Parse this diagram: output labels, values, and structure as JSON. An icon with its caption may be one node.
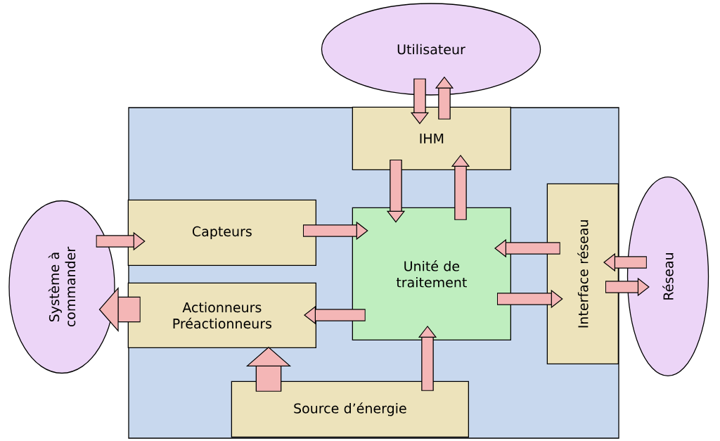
{
  "diagram": {
    "nodes": [
      {
        "text": [
          "Utilisateur"
        ]
      },
      {
        "text": [],
        "shape": "box"
      },
      {
        "text": [
          "IHM"
        ],
        "in": 1
      },
      {
        "text": [
          "Capteurs"
        ],
        "in": 1
      },
      {
        "text": [
          "Unité de traitement"
        ],
        "in": 1
      },
      {
        "text": [
          "Interface réseau"
        ],
        "in": 1
      },
      {
        "text": [
          "Actionneurs Préactionneurs"
        ],
        "in": 1
      },
      {
        "text": [
          "Source d’énergie"
        ],
        "in": 1
      },
      {
        "text": [
          "Système à commander"
        ]
      },
      {
        "text": [
          "Réseau"
        ]
      }
    ],
    "edges": [
      {
        "from": 0,
        "to": 2,
        "arrow": "to"
      },
      {
        "from": 2,
        "to": 0,
        "arrow": "to"
      },
      {
        "from": 2,
        "to": 4,
        "arrow": "to"
      },
      {
        "from": 4,
        "to": 2,
        "arrow": "to"
      },
      {
        "from": 8,
        "to": 3,
        "arrow": "to"
      },
      {
        "from": 3,
        "to": 4,
        "arrow": "to"
      },
      {
        "from": 5,
        "to": 4,
        "arrow": "to"
      },
      {
        "from": 4,
        "to": 5,
        "arrow": "to"
      },
      {
        "from": 9,
        "to": 5,
        "arrow": "to"
      },
      {
        "from": 5,
        "to": 9,
        "arrow": "to"
      },
      {
        "from": 4,
        "to": 6,
        "arrow": "to"
      },
      {
        "from": 6,
        "to": 8,
        "arrow": "to",
        "style": "thick"
      },
      {
        "from": 7,
        "to": 6,
        "arrow": "to",
        "style": "thick"
      },
      {
        "from": 7,
        "to": 4,
        "arrow": "to"
      }
    ]
  }
}
